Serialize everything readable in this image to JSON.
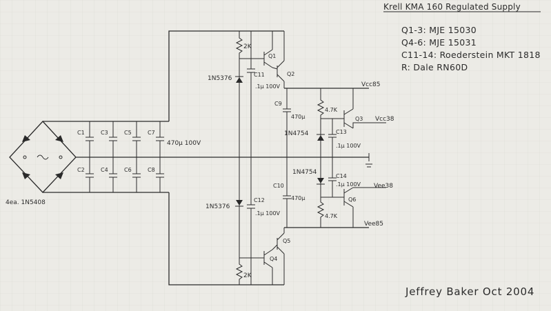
{
  "title": "Krell KMA 160 Regulated Supply",
  "notes": [
    "Q1-3: MJE 15030",
    "Q4-6: MJE 15031",
    "C11-14: Roederstein MKT 1818",
    "R: Dale RN60D"
  ],
  "signature": "Jeffrey Baker Oct 2004",
  "bridge": {
    "label": "4ea. 1N5408"
  },
  "filter_caps": {
    "upper": [
      "C1",
      "C3",
      "C5",
      "C7"
    ],
    "lower": [
      "C2",
      "C4",
      "C6",
      "C8"
    ],
    "value": "470µ 100V"
  },
  "positive_regulator": {
    "r_bias": "2K",
    "zener": "1N5376",
    "c11": "C11",
    "c11_value": ".1µ 100V",
    "q1": "Q1",
    "q2": "Q2",
    "c9": "C9",
    "c9_value": "470µ",
    "r3": "4.7K",
    "q3": "Q3",
    "z3": "1N4754",
    "c13": "C13",
    "c13_value": ".1µ 100V",
    "vcc85": "Vcc85",
    "vcc38": "Vcc38"
  },
  "negative_regulator": {
    "r_bias": "2K",
    "zener": "1N5376",
    "c12": "C12",
    "c12_value": ".1µ 100V",
    "q4": "Q4",
    "q5": "Q5",
    "c10": "C10",
    "c10_value": "470µ",
    "r6": "4.7K",
    "q6": "Q6",
    "z6": "1N4754",
    "c14": "C14",
    "c14_value": ".1µ 100V",
    "vee38": "Vee38",
    "vee85": "Vee85"
  }
}
